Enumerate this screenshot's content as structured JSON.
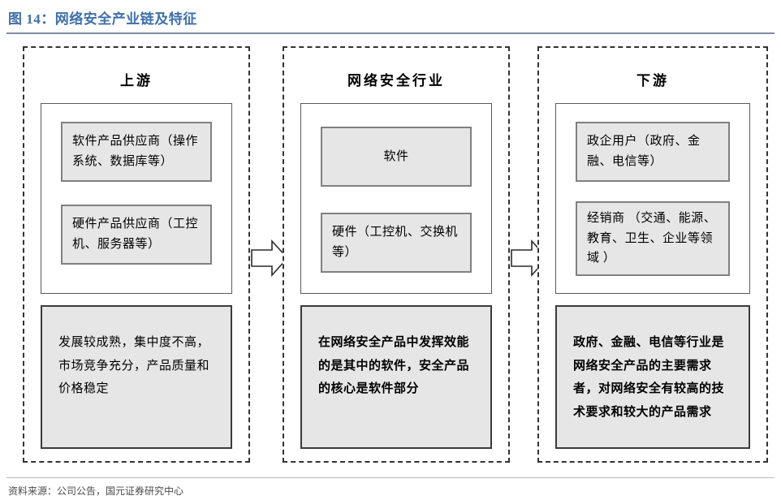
{
  "figure": {
    "title": "图 14：网络安全产业链及特征",
    "title_color": "#3f6fa8",
    "source": "资料来源：公司公告，国元证券研究中心"
  },
  "colors": {
    "cell_fill": "#E6E6E6",
    "cell_border": "#808080",
    "column_border": "#333333",
    "desc_border": "#3B3B3B",
    "title_rule": "#7A8EA6"
  },
  "columns": [
    {
      "id": "upstream",
      "heading": "上游",
      "cells": [
        {
          "id": "up-software",
          "label": "软件产品供应商（操作系统、数据库等）",
          "align": "left"
        },
        {
          "id": "up-hardware",
          "label": "硬件产品供应商（工控机、服务器等）",
          "align": "left"
        }
      ],
      "description": "发展较成熟，集中度不高，市场竞争充分，产品质量和价格稳定",
      "description_bold": false
    },
    {
      "id": "industry",
      "heading": "网络安全行业",
      "cells": [
        {
          "id": "ind-software",
          "label": "软件",
          "align": "center"
        },
        {
          "id": "ind-hardware",
          "label": "硬件（工控机、交换机等）",
          "align": "left"
        }
      ],
      "description": "在网络安全产品中发挥效能的是其中的软件，安全产品的核心是软件部分",
      "description_bold": true
    },
    {
      "id": "downstream",
      "heading": "下游",
      "cells": [
        {
          "id": "down-gov",
          "label": "政企用户（政府、金融、电信等）",
          "align": "left"
        },
        {
          "id": "down-channel",
          "label": "经销商 （交通、能源、教育、卫生、企业等领域 ）",
          "align": "left"
        }
      ],
      "description": "政府、金融、电信等行业是网络安全产品的主要需求者，对网络安全有较高的技术要求和较大的产品需求",
      "description_bold": true
    }
  ],
  "arrows": [
    {
      "id": "upstream-to-industry",
      "icon": "right-block-arrow-icon"
    },
    {
      "id": "industry-to-downstream",
      "icon": "right-block-arrow-icon"
    }
  ]
}
